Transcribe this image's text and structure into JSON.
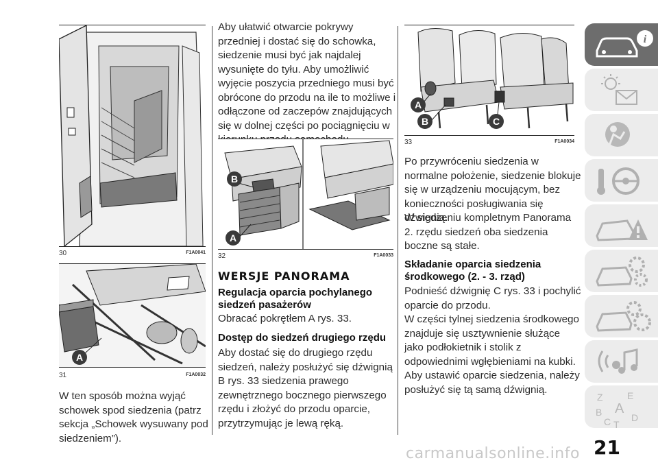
{
  "figures": {
    "fig30": {
      "num": "30",
      "code": "F1A0041"
    },
    "fig31": {
      "num": "31",
      "code": "F1A0032",
      "label_a": "A"
    },
    "fig32": {
      "num": "32",
      "code": "F1A0033",
      "label_a": "A",
      "label_b": "B"
    },
    "fig33": {
      "num": "33",
      "code": "F1A0034",
      "label_a": "A",
      "label_b": "B",
      "label_c": "C"
    }
  },
  "col1": {
    "p1": "W ten sposób można wyjąć schowek spod siedzenia (patrz sekcja „Schowek wysuwany pod siedzeniem”)."
  },
  "col2": {
    "p1": "Aby ułatwić otwarcie pokrywy przedniej i dostać się do schowka, siedzenie musi być jak najdalej wysunięte do tyłu. Aby umożliwić wyjęcie poszycia przedniego musi być obrócone do przodu na ile to możliwe i odłączone od zaczepów znajdujących się w dolnej części po pociągnięciu w kierunku przodu samochodu.",
    "heading": "WERSJE PANORAMA",
    "sub1": "Regulacja oparcia pochylanego siedzeń pasażerów",
    "p2": "Obracać pokrętłem A rys. 33.",
    "sub2": "Dostęp do siedzeń drugiego rzędu",
    "p3": "Aby dostać się do drugiego rzędu siedzeń, należy posłużyć się dźwignią B rys. 33 siedzenia prawego zewnętrznego bocznego pierwszego rzędu i złożyć do przodu oparcie, przytrzymując je lewą ręką."
  },
  "col3": {
    "p1": "Po przywróceniu siedzenia w normalne położenie, siedzenie blokuje się w urządzeniu mocującym, bez konieczności posługiwania się dźwignią.",
    "p2": "W siedzeniu kompletnym Panorama 2. rzędu siedzeń oba siedzenia boczne są stałe.",
    "sub1": "Składanie oparcia siedzenia środkowego (2. - 3. rząd)",
    "p3": "Podnieść dźwignię C rys. 33 i pochylić oparcie do przodu.",
    "p4": "W części tylnej siedzenia środkowego znajduje się usztywnienie służące jako podłokietnik i stolik z odpowiednimi wgłębieniami na kubki. Aby ustawić oparcie siedzenia, należy posłużyć się tą samą dźwignią."
  },
  "sidebar": {
    "tabs": [
      {
        "icon": "car-info-icon",
        "active": true
      },
      {
        "icon": "dashboard-lights-icon",
        "active": false
      },
      {
        "icon": "safety-airbag-icon",
        "active": false
      },
      {
        "icon": "starting-driving-icon",
        "active": false
      },
      {
        "icon": "emergency-icon",
        "active": false
      },
      {
        "icon": "maintenance-icon",
        "active": false
      },
      {
        "icon": "technical-data-icon",
        "active": false
      },
      {
        "icon": "multimedia-icon",
        "active": false
      },
      {
        "icon": "index-icon",
        "active": false,
        "letters": [
          "Z",
          "E",
          "B",
          "A",
          "C",
          "T",
          "D"
        ]
      }
    ]
  },
  "page_number": "21",
  "watermark": "carmanualsonline.info"
}
